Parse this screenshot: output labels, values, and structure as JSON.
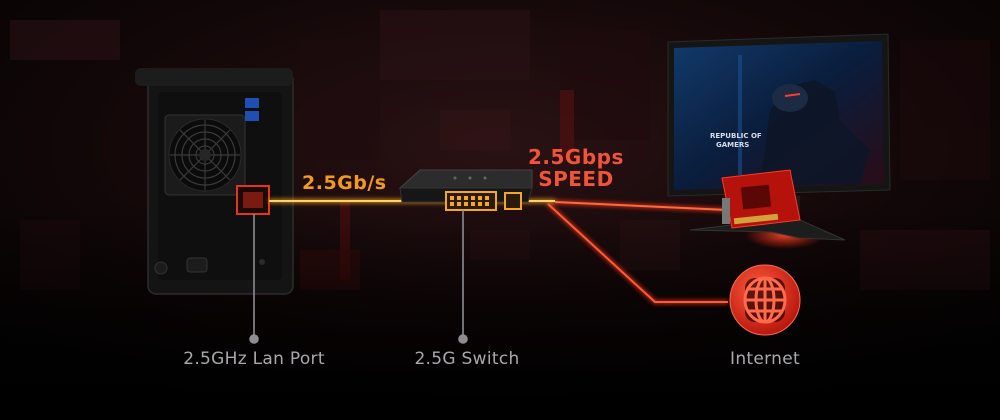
{
  "labels": {
    "lan_speed": "2.5Gb/s",
    "speed_line1": "2.5Gbps",
    "speed_line2": "SPEED",
    "nas_port": "2.5GHz Lan Port",
    "switch": "2.5G Switch",
    "internet": "Internet",
    "monitor_brand_1": "REPUBLIC OF",
    "monitor_brand_2": "GAMERS"
  },
  "colors": {
    "orange_line": "#f5a623",
    "red_line": "#e8331c",
    "pointer_gray": "#8d8d92",
    "caption_text": "#a9a9ad"
  },
  "icons": {
    "nas": "nas-device-icon",
    "switch": "network-switch-icon",
    "monitor": "gaming-monitor-icon",
    "network_card": "network-card-icon",
    "internet": "globe-icon"
  }
}
